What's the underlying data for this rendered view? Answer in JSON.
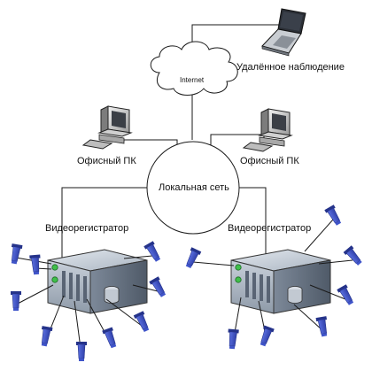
{
  "labels": {
    "internet": "Internet",
    "remote_monitoring": "Удалённое наблюдение",
    "office_pc": "Офисный ПК",
    "local_network": "Локальная сеть",
    "dvr": "Видеорегистратор"
  },
  "colors": {
    "line": "#1a1a1a",
    "camera_blue": "#3f54c9",
    "camera_dark": "#25338a",
    "server_light": "#b9c3cf",
    "server_dark": "#5b6878",
    "led_green": "#3fbf4a"
  },
  "icons": {
    "laptop": "laptop-icon",
    "office_pc": "desktop-pc-icon",
    "dvr": "server-icon",
    "camera": "camera-icon"
  }
}
